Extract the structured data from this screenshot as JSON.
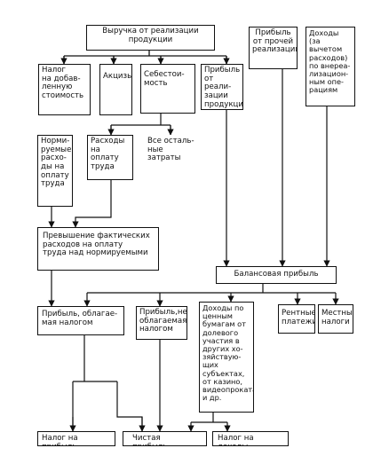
{
  "nodes": {
    "revenue": "Выручка от реализации\nпродукции",
    "other_sales_profit": "Прибыль\nот прочей\nреализации",
    "non_sales_income": "Доходы (за\nвычетом\nрасходов)\nпо внереа-\nлизацион-\nным опе-\nрациям",
    "vat": "Налог\nна добав-\nленную\nстоимость",
    "excise": "Акцизы",
    "cost": "Себестои-\nмость",
    "sales_profit": "Прибыль\nот реали-\nзации\nпродукции",
    "normed_wages": "Норми-\nруемые\nрасхо-\nды на\nоплату\nтруда",
    "wage_expenses": "Расходы\nна оплату\nтруда",
    "other_costs": "Все осталь-\nные затраты",
    "wage_excess": "Превышение фактических\nрасходов на оплату\nтруда над нормируемыми",
    "balance_profit": "Балансовая прибыль",
    "taxable_profit": "Прибыль, облагае-\nмая налогом",
    "nontaxable_profit": "Прибыль,не\nоблагаемая\nналогом",
    "securities_income": "Доходы по\nценным\nбумагам от\nдолевого\nучастия в\nдругих хо-\nзяйствую-\nщих\nсубъектах,\nот казино,\nвидеопроката\nи др.",
    "rent_payments": "Рентные\nплатежи",
    "local_taxes": "Местные\nналоги",
    "profit_tax": "Налог на прибыль",
    "net_profit": "Чистая прибыль",
    "income_tax": "Налог на доходы"
  }
}
